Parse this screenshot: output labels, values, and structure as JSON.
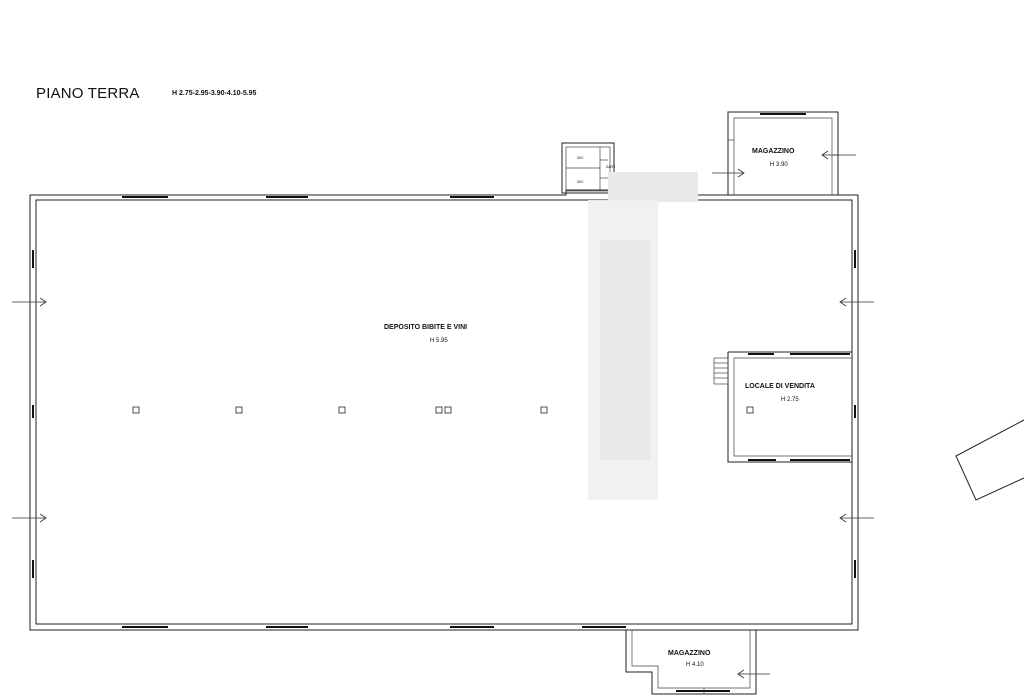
{
  "plan": {
    "title": "PIANO TERRA",
    "heights": "H 2.75-2.95-3.90-4.10-5.95"
  },
  "rooms": {
    "deposito": {
      "name": "DEPOSITO BIBITE E VINI",
      "height": "H 5.95"
    },
    "locale": {
      "name": "LOCALE DI VENDITA",
      "height": "H 2.75"
    },
    "magazzino_top": {
      "name": "MAGAZZINO",
      "height": "H 3.90"
    },
    "magazzino_bottom": {
      "name": "MAGAZZINO",
      "height": "H 4.10"
    },
    "wc1": "WC",
    "wc2": "WC",
    "anti": "ANTI"
  },
  "colors": {
    "lines": "#222222",
    "background": "#ffffff",
    "blur": "#e8e8e8"
  }
}
